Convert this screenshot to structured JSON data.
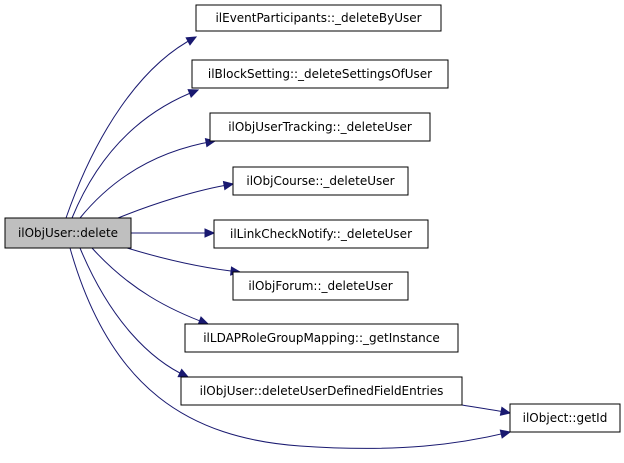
{
  "graph": {
    "root": {
      "id": "root",
      "label": "ilObjUser::delete"
    },
    "nodes": [
      {
        "id": "n1",
        "label": "ilEventParticipants::_deleteByUser"
      },
      {
        "id": "n2",
        "label": "ilBlockSetting::_deleteSettingsOfUser"
      },
      {
        "id": "n3",
        "label": "ilObjUserTracking::_deleteUser"
      },
      {
        "id": "n4",
        "label": "ilObjCourse::_deleteUser"
      },
      {
        "id": "n5",
        "label": "ilLinkCheckNotify::_deleteUser"
      },
      {
        "id": "n6",
        "label": "ilObjForum::_deleteUser"
      },
      {
        "id": "n7",
        "label": "ilLDAPRoleGroupMapping::_getInstance"
      },
      {
        "id": "n8",
        "label": "ilObjUser::deleteUserDefinedFieldEntries"
      },
      {
        "id": "n9",
        "label": "ilObject::getId"
      }
    ],
    "edges": [
      {
        "from": "root",
        "to": "n1"
      },
      {
        "from": "root",
        "to": "n2"
      },
      {
        "from": "root",
        "to": "n3"
      },
      {
        "from": "root",
        "to": "n4"
      },
      {
        "from": "root",
        "to": "n5"
      },
      {
        "from": "root",
        "to": "n6"
      },
      {
        "from": "root",
        "to": "n7"
      },
      {
        "from": "root",
        "to": "n8"
      },
      {
        "from": "root",
        "to": "n9"
      },
      {
        "from": "n8",
        "to": "n9"
      }
    ],
    "colors": {
      "edge": "#191970",
      "root_fill": "#bfbfbf",
      "node_fill": "#ffffff",
      "node_border": "#000000"
    }
  }
}
